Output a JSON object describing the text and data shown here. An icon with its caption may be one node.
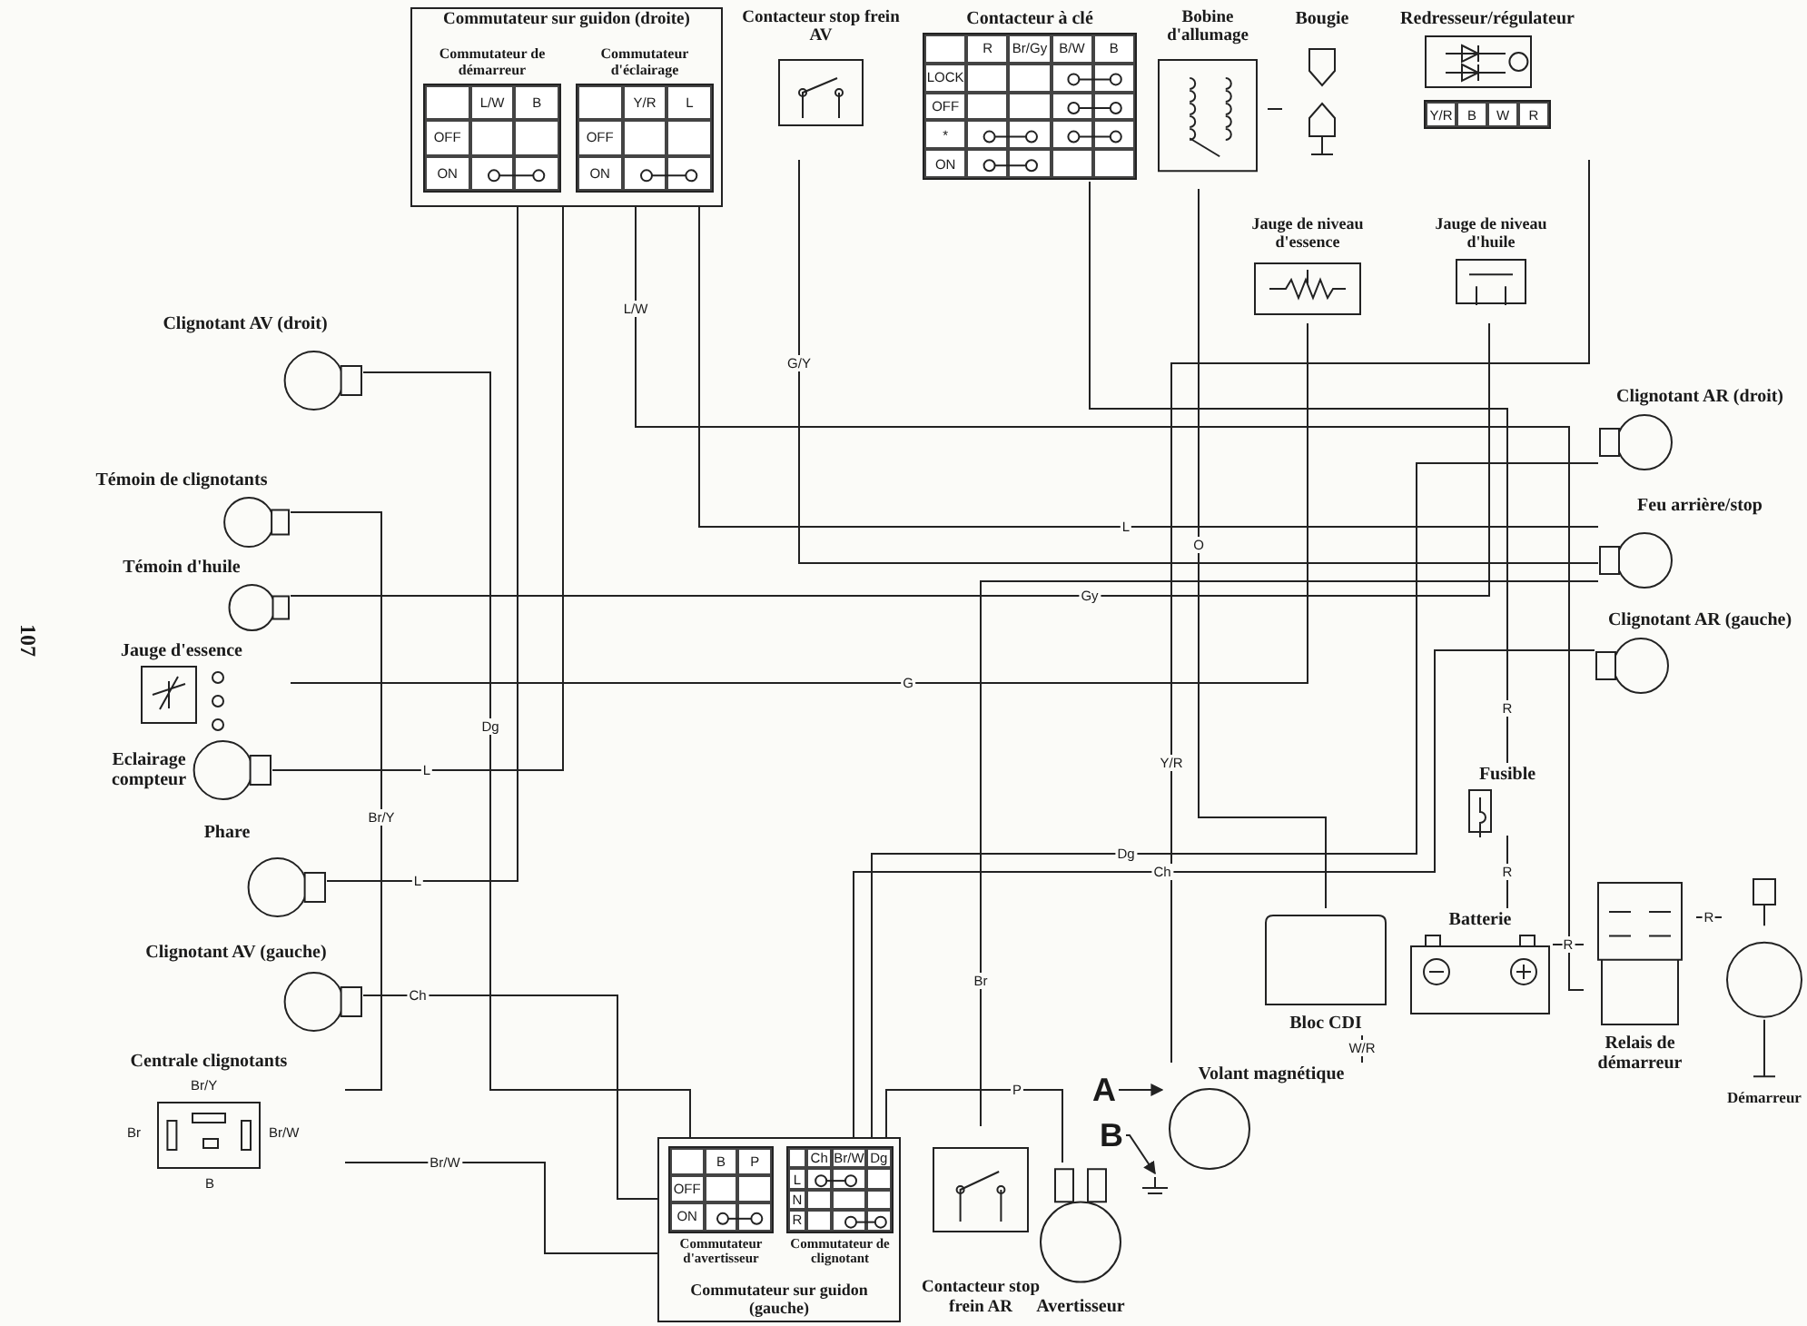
{
  "diagram": {
    "nodes": [
      {
        "text": [
          "Commutateur sur guidon (droite)"
        ]
      },
      {
        "text": [
          "Commutateur de démarreur",
          "L/W",
          "B",
          "OFF",
          "ON"
        ],
        "in": 0
      },
      {
        "text": [
          "Commutateur d'éclairage",
          "Y/R",
          "L",
          "OFF",
          "ON"
        ],
        "in": 0
      },
      {
        "text": [
          "Contacteur stop frein AV"
        ]
      },
      {
        "text": [
          "Contacteur à clé",
          "R",
          "Br/Gy",
          "B/W",
          "B",
          "LOCK",
          "OFF",
          "*",
          "ON"
        ]
      },
      {
        "text": [
          "Bobine d'allumage"
        ]
      },
      {
        "text": [
          "Bougie"
        ]
      },
      {
        "text": [
          "Redresseur/régulateur",
          "Y/R",
          "B",
          "W",
          "R"
        ]
      },
      {
        "text": [
          "Jauge de niveau d'essence"
        ]
      },
      {
        "text": [
          "Jauge de niveau d'huile"
        ]
      },
      {
        "text": [
          "Clignotant AV (droit)"
        ]
      },
      {
        "text": [
          "Témoin de clignotants"
        ]
      },
      {
        "text": [
          "Témoin d'huile"
        ]
      },
      {
        "text": [
          "Jauge d'essence"
        ]
      },
      {
        "text": [
          "Eclairage compteur"
        ]
      },
      {
        "text": [
          "Phare"
        ]
      },
      {
        "text": [
          "Clignotant AV (gauche)"
        ]
      },
      {
        "text": [
          "Centrale clignotants",
          "Br/Y",
          "Br",
          "Br/W",
          "B"
        ]
      },
      {
        "text": [
          "Commutateur sur guidon (gauche)"
        ]
      },
      {
        "text": [
          "B",
          "P",
          "OFF",
          "ON",
          "Commutateur d'avertisseur"
        ],
        "in": 18
      },
      {
        "text": [
          "Ch",
          "Br/W",
          "Dg",
          "L",
          "N",
          "R",
          "Commutateur de clignotant"
        ],
        "in": 18
      },
      {
        "text": [
          "Contacteur stop frein AR"
        ]
      },
      {
        "text": [
          "Avertisseur"
        ]
      },
      {
        "text": [
          "Volant magnétique"
        ]
      },
      {
        "text": [
          "Bloc CDI"
        ]
      },
      {
        "text": [
          "Fusible"
        ]
      },
      {
        "text": [
          "Batterie"
        ]
      },
      {
        "text": [
          "Relais de démarreur"
        ]
      },
      {
        "text": [
          "Démarreur"
        ]
      },
      {
        "text": [
          "Clignotant AR (droit)"
        ]
      },
      {
        "text": [
          "Feu arrière/stop"
        ]
      },
      {
        "text": [
          "Clignotant AR (gauche)"
        ]
      },
      {
        "text": [
          "A"
        ]
      },
      {
        "text": [
          "B"
        ]
      }
    ],
    "edges": [
      {
        "from": 10,
        "to": 18,
        "arrow": "none",
        "label": "Dg"
      },
      {
        "from": 16,
        "to": 18,
        "arrow": "none",
        "label": "Ch"
      },
      {
        "from": 29,
        "to": 18,
        "arrow": "none",
        "label": "Dg"
      },
      {
        "from": 31,
        "to": 18,
        "arrow": "none",
        "label": "Ch"
      },
      {
        "from": 17,
        "to": 18,
        "arrow": "none",
        "label": "Br/W"
      },
      {
        "from": 11,
        "to": 17,
        "arrow": "none",
        "label": "Br/Y"
      },
      {
        "from": 15,
        "to": 0,
        "arrow": "none",
        "label": "L"
      },
      {
        "from": 14,
        "to": 0,
        "arrow": "none",
        "label": "L"
      },
      {
        "from": 30,
        "to": 0,
        "arrow": "none",
        "label": "L"
      },
      {
        "from": 12,
        "to": 9,
        "arrow": "none",
        "label": "Gy"
      },
      {
        "from": 13,
        "to": 8,
        "arrow": "none",
        "label": "G"
      },
      {
        "from": 3,
        "to": 30,
        "arrow": "none",
        "label": "G/Y"
      },
      {
        "from": 21,
        "to": 30,
        "arrow": "none",
        "label": "Br"
      },
      {
        "from": 18,
        "to": 22,
        "arrow": "none",
        "label": "P"
      },
      {
        "from": 4,
        "to": 25,
        "arrow": "none",
        "label": "R"
      },
      {
        "from": 25,
        "to": 26,
        "arrow": "none",
        "label": "R"
      },
      {
        "from": 26,
        "to": 27,
        "arrow": "none",
        "label": "R"
      },
      {
        "from": 27,
        "to": 28,
        "arrow": "none",
        "label": "R"
      },
      {
        "from": 0,
        "to": 27,
        "arrow": "none",
        "label": "L/W"
      },
      {
        "from": 5,
        "to": 24,
        "arrow": "none",
        "label": "O"
      },
      {
        "from": 5,
        "to": 6,
        "arrow": "none"
      },
      {
        "from": 7,
        "to": 23,
        "arrow": "none",
        "label": "Y/R"
      },
      {
        "from": 23,
        "to": 24,
        "arrow": "none",
        "label": "W/R"
      },
      {
        "from": 32,
        "to": 23,
        "arrow": "to"
      },
      {
        "from": 33,
        "to": null,
        "arrow": "to"
      }
    ],
    "labels": [
      "107"
    ]
  }
}
